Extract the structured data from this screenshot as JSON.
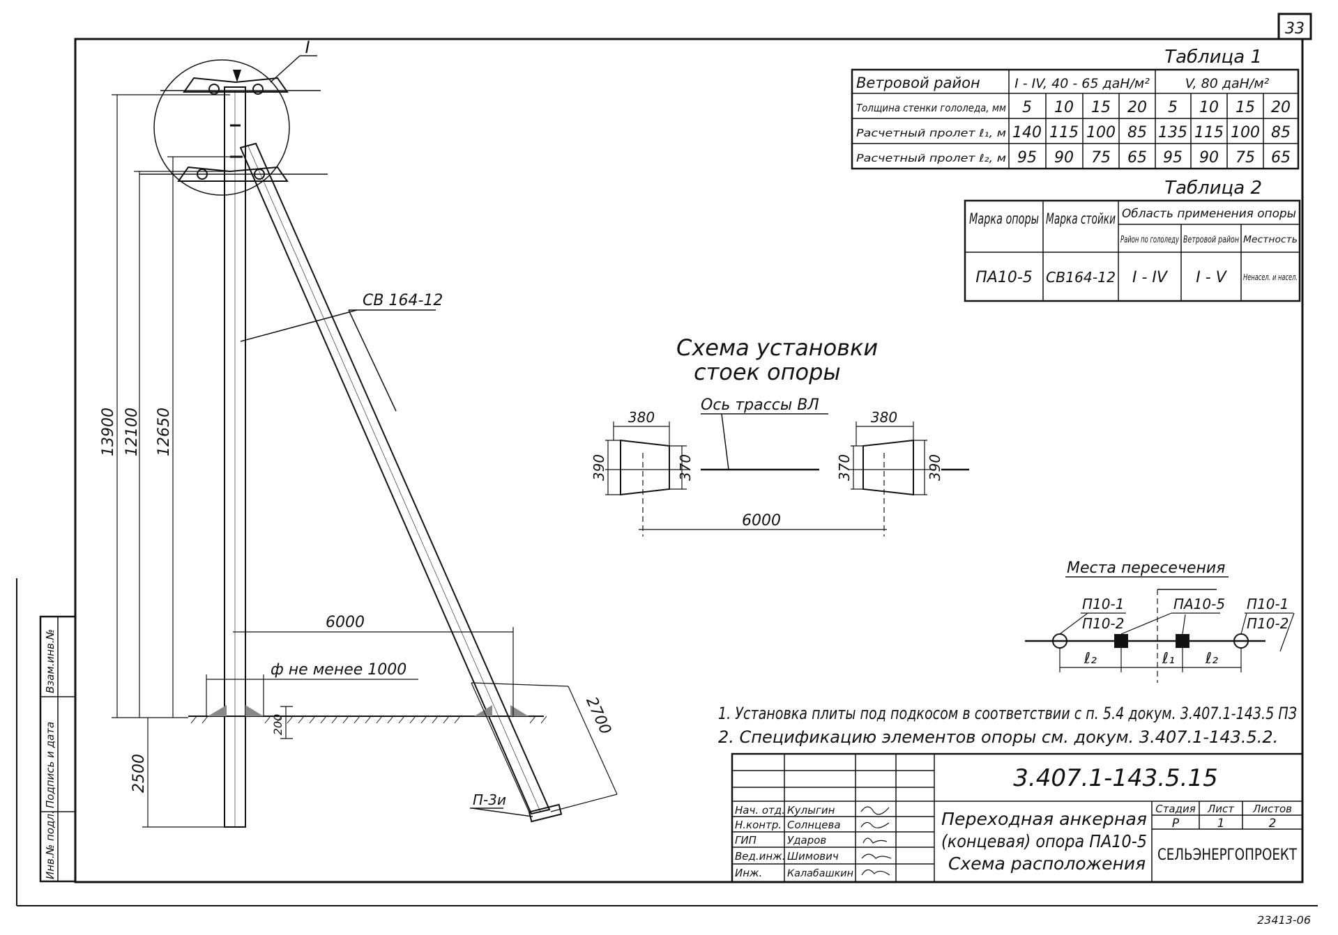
{
  "sheet_number": "33",
  "archive_number": "23413-06",
  "doc_code": "3.407.1-143.5.15",
  "side_stamp": [
    "Инв.№ подл.",
    "Подпись и дата",
    "Взам.инв.№"
  ],
  "tower": {
    "node_label": "I",
    "post_label": "СВ 164-12",
    "plate_label": "П-3и",
    "dim_13900": "13900",
    "dim_12100": "12100",
    "dim_12650": "12650",
    "dim_2500": "2500",
    "dim_200": "200",
    "dim_2700": "2700",
    "dim_6000": "6000",
    "dim_pit": "ф не менее 1000"
  },
  "scheme": {
    "title_line1": "Схема установки",
    "title_line2": "стоек опоры",
    "axis_label": "Ось трассы ВЛ",
    "dim_380_left": "380",
    "dim_380_right": "380",
    "dim_390_left": "390",
    "dim_390_right": "390",
    "dim_370_left": "370",
    "dim_370_right": "370",
    "dim_6000": "6000"
  },
  "crossing": {
    "title": "Места пересечения",
    "left_top": "П10-1",
    "left_bottom": "П10-2",
    "right_top": "П10-1",
    "right_bottom": "П10-2",
    "center_label": "ПА10-5",
    "l2_left": "ℓ₂",
    "l1": "ℓ₁",
    "l2_right": "ℓ₂"
  },
  "table1": {
    "title": "Таблица 1",
    "rows": [
      [
        "Ветровой район",
        "I - IV, 40 - 65 даН/м²",
        "V, 80 даН/м²"
      ],
      [
        "Толщина стенки гололеда, мм",
        "5",
        "10",
        "15",
        "20",
        "5",
        "10",
        "15",
        "20"
      ],
      [
        "Расчетный пролет ℓ₁, м",
        "140",
        "115",
        "100",
        "85",
        "135",
        "115",
        "100",
        "85"
      ],
      [
        "Расчетный пролет ℓ₂, м",
        "95",
        "90",
        "75",
        "65",
        "95",
        "90",
        "75",
        "65"
      ]
    ]
  },
  "table2": {
    "title": "Таблица 2",
    "h_mark": "Марка опоры",
    "h_post": "Марка стойки",
    "h_area": "Область применения опоры",
    "h_ice": "Район по гололеду",
    "h_wind": "Ветровой район",
    "h_terrain": "Местность",
    "v_mark": "ПА10-5",
    "v_post": "СВ164-12",
    "v_ice": "I - IV",
    "v_wind": "I - V",
    "v_terrain": "Ненасел. и насел."
  },
  "notes": [
    "1. Установка плиты под подкосом в соответствии с п. 5.4 докум. 3.407.1-143.5 ПЗ",
    "2. Спецификацию элементов опоры см. докум. 3.407.1-143.5.2."
  ],
  "title_block": {
    "roles": [
      "Нач. отд.",
      "Н.контр.",
      "ГИП",
      "Вед.инж.",
      "Инж."
    ],
    "names": [
      "Кулыгин",
      "Солнцева",
      "Ударов",
      "Шимович",
      "Калабашкин"
    ],
    "title": [
      "Переходная анкерная",
      "(концевая) опора ПА10-5",
      "Схема расположения"
    ],
    "stage_h": "Стадия",
    "sheet_h": "Лист",
    "sheets_h": "Листов",
    "stage": "Р",
    "sheet": "1",
    "sheets": "2",
    "org": "СЕЛЬЭНЕРГОПРОЕКТ"
  }
}
